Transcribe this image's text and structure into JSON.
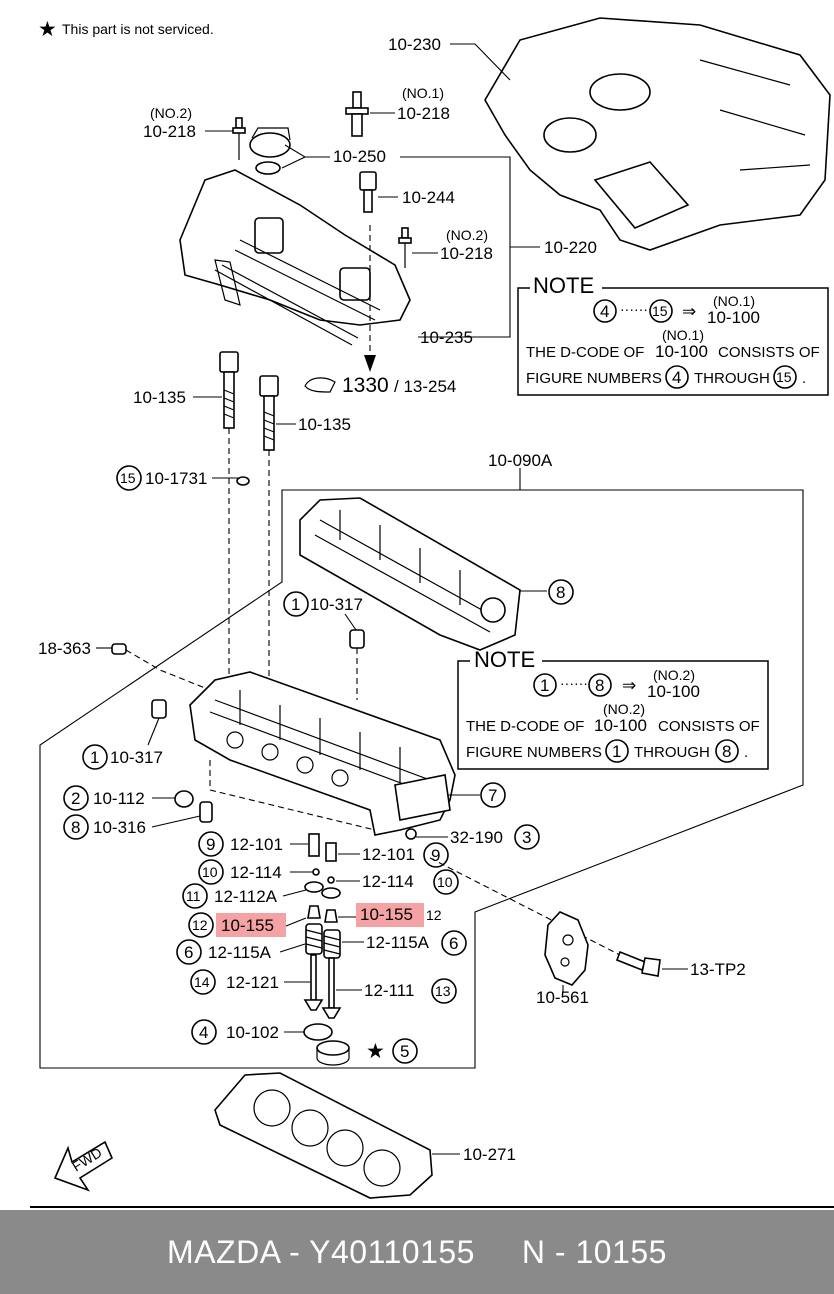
{
  "legend": {
    "star": "★",
    "text": "This part is not serviced."
  },
  "labels": {
    "p10_230": "10-230",
    "p10_218_no1_tag": "(NO.1)",
    "p10_218_no1": "10-218",
    "p10_218_no2_tag": "(NO.2)",
    "p10_218_no2": "10-218",
    "p10_250": "10-250",
    "p10_244": "10-244",
    "p10_218_no2b_tag": "(NO.2)",
    "p10_218_no2b": "10-218",
    "p10_220": "10-220",
    "p10_235": "10-235",
    "p1330": "1330",
    "p13_254": "/ 13-254",
    "p10_135a": "10-135",
    "p10_135b": "10-135",
    "p10_1731_num": "15",
    "p10_1731": "10-1731",
    "p10_090a": "10-090A",
    "p8_cyl": "8",
    "p10_317a_num": "1",
    "p10_317a": "10-317",
    "p18_363": "18-363",
    "p10_317b_num": "1",
    "p10_317b": "10-317",
    "p10_112_num": "2",
    "p10_112": "10-112",
    "p10_316_num": "8",
    "p10_316": "10-316",
    "p7": "7",
    "p32_190": "32-190",
    "p3": "3",
    "p12_101a_num": "9",
    "p12_101a": "12-101",
    "p12_101b": "12-101",
    "p12_101b_num": "9",
    "p12_114a_num": "10",
    "p12_114a": "12-114",
    "p12_114b": "12-114",
    "p12_114b_num": "10",
    "p12_112a_num": "11",
    "p12_112a": "12-112A",
    "p10_155a_num": "12",
    "p10_155a": "10-155",
    "p10_155b": "10-155",
    "p10_155b_num": "12",
    "p12_115a_num": "6",
    "p12_115a": "12-115A",
    "p12_115b": "12-115A",
    "p12_115b_num": "6",
    "p12_121_num": "14",
    "p12_121": "12-121",
    "p12_111": "12-111",
    "p12_111_num": "13",
    "p10_102_num": "4",
    "p10_102": "10-102",
    "p5_num": "5",
    "p10_561": "10-561",
    "p13_tp2": "13-TP2",
    "p10_271": "10-271",
    "fwd": "FWD"
  },
  "note1": {
    "title": "NOTE",
    "from": "4",
    "dots": "······",
    "to": "15",
    "arrow": "⇒",
    "tag": "(NO.1)",
    "code": "10-100",
    "tag2": "(NO.1)",
    "line1a": "THE D-CODE OF",
    "line1b": "10-100",
    "line1c": "CONSISTS OF",
    "line2a": "FIGURE NUMBERS",
    "line2b": "4",
    "line2c": "THROUGH",
    "line2d": "15",
    "line2e": "."
  },
  "note2": {
    "title": "NOTE",
    "from": "1",
    "dots": "······",
    "to": "8",
    "arrow": "⇒",
    "tag": "(NO.2)",
    "code": "10-100",
    "tag2": "(NO.2)",
    "line1a": "THE D-CODE OF",
    "line1b": "10-100",
    "line1c": "CONSISTS OF",
    "line2a": "FIGURE NUMBERS",
    "line2b": "1",
    "line2c": "THROUGH",
    "line2d": "8",
    "line2e": "."
  },
  "footer": {
    "text": "MAZDA - Y40110155     N - 10155"
  },
  "colors": {
    "highlight": "#f4a2a4",
    "footer_bg": "#8a8a8a",
    "footer_text": "#ffffff"
  }
}
